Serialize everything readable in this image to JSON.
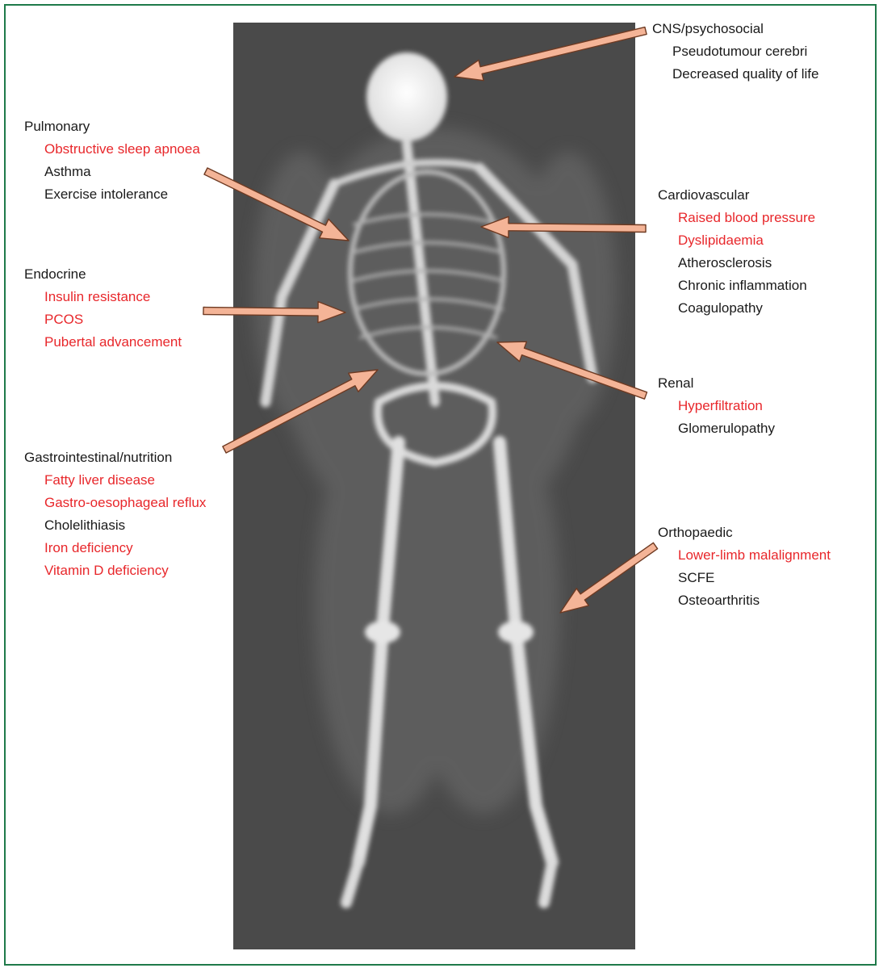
{
  "colors": {
    "border": "#1f7a4a",
    "highlight_text": "#e8272b",
    "normal_text": "#1a1a1a",
    "arrow_fill": "#f4b497",
    "arrow_stroke": "#6e3a22",
    "xray_background": "#4a4a4a"
  },
  "image": {
    "icon": "full-body-xray-skeleton"
  },
  "groups": {
    "cns": {
      "heading": "CNS/psychosocial",
      "items": [
        {
          "text": "Pseudotumour cerebri",
          "highlight": false
        },
        {
          "text": "Decreased quality of life",
          "highlight": false
        }
      ]
    },
    "pulmonary": {
      "heading": "Pulmonary",
      "items": [
        {
          "text": "Obstructive sleep apnoea",
          "highlight": true
        },
        {
          "text": "Asthma",
          "highlight": false
        },
        {
          "text": "Exercise intolerance",
          "highlight": false
        }
      ]
    },
    "cardiovascular": {
      "heading": "Cardiovascular",
      "items": [
        {
          "text": "Raised blood pressure",
          "highlight": true
        },
        {
          "text": "Dyslipidaemia",
          "highlight": true
        },
        {
          "text": "Atherosclerosis",
          "highlight": false
        },
        {
          "text": "Chronic inflammation",
          "highlight": false
        },
        {
          "text": "Coagulopathy",
          "highlight": false
        }
      ]
    },
    "endocrine": {
      "heading": "Endocrine",
      "items": [
        {
          "text": "Insulin resistance",
          "highlight": true
        },
        {
          "text": "PCOS",
          "highlight": true
        },
        {
          "text": "Pubertal advancement",
          "highlight": true
        }
      ]
    },
    "renal": {
      "heading": "Renal",
      "items": [
        {
          "text": "Hyperfiltration",
          "highlight": true
        },
        {
          "text": "Glomerulopathy",
          "highlight": false
        }
      ]
    },
    "gastrointestinal": {
      "heading": "Gastrointestinal/nutrition",
      "items": [
        {
          "text": "Fatty liver disease",
          "highlight": true
        },
        {
          "text": "Gastro-oesophageal reflux",
          "highlight": true
        },
        {
          "text": "Cholelithiasis",
          "highlight": false
        },
        {
          "text": "Iron deficiency",
          "highlight": true
        },
        {
          "text": "Vitamin D deficiency",
          "highlight": true
        }
      ]
    },
    "orthopaedic": {
      "heading": "Orthopaedic",
      "items": [
        {
          "text": "Lower-limb malalignment",
          "highlight": true
        },
        {
          "text": "SCFE",
          "highlight": false
        },
        {
          "text": "Osteoarthritis",
          "highlight": false
        }
      ]
    }
  }
}
